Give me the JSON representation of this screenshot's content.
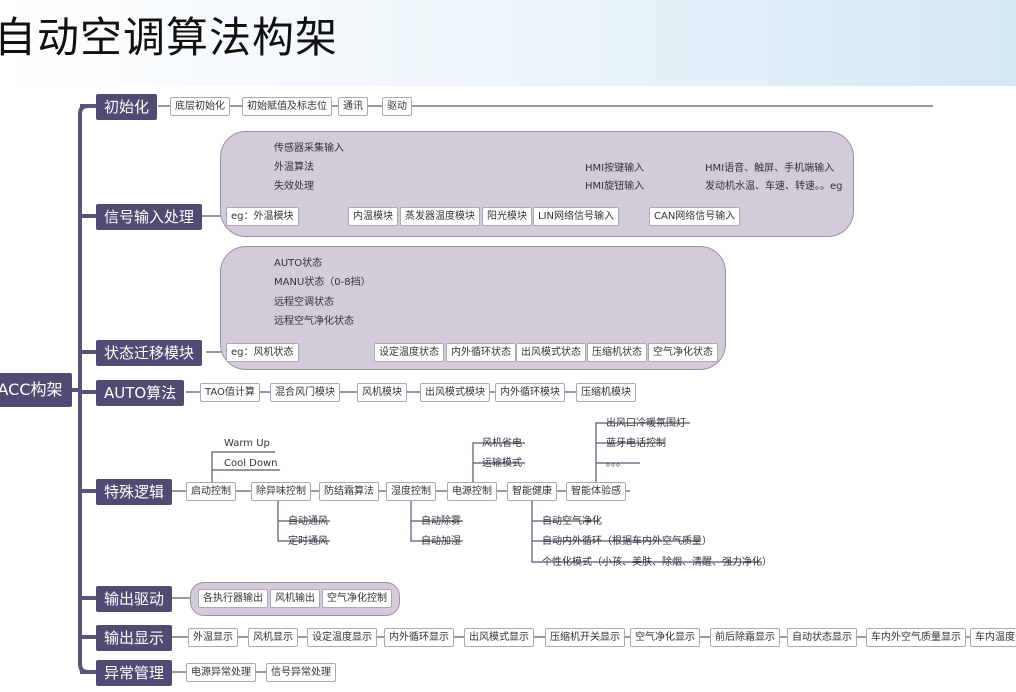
{
  "title": "自动空调算法构架",
  "root": "ACC构架",
  "branches": {
    "init": {
      "label": "初始化",
      "items": [
        "底层初始化",
        "初始赋值及标志位",
        "通讯",
        "驱动"
      ]
    },
    "signal": {
      "label": "信号输入处理",
      "row": [
        "eg：外温模块",
        "内温模块",
        "蒸发器温度模块",
        "阳光模块",
        "LIN网络信号输入",
        "CAN网络信号输入"
      ],
      "sub_a": [
        "传感器采集输入",
        "外温算法",
        "失效处理"
      ],
      "sub_b": [
        "HMI按键输入",
        "HMI旋钮输入"
      ],
      "sub_c": [
        "HMI语音、触屏、手机端输入",
        "发动机水温、车速、转速。。eg"
      ]
    },
    "state": {
      "label": "状态迁移模块",
      "row": [
        "eg：风机状态",
        "设定温度状态",
        "内外循环状态",
        "出风模式状态",
        "压缩机状态",
        "空气净化状态"
      ],
      "sub": [
        "AUTO状态",
        "MANU状态（0-8挡）",
        "远程空调状态",
        "远程空气净化状态"
      ]
    },
    "auto": {
      "label": "AUTO算法",
      "items": [
        "TAO值计算",
        "混合风门模块",
        "风机模块",
        "出风模式模块",
        "内外循环模块",
        "压缩机模块"
      ]
    },
    "special": {
      "label": "特殊逻辑",
      "row": [
        "启动控制",
        "除异味控制",
        "防结霜算法",
        "湿度控制",
        "电源控制",
        "智能健康",
        "智能体验感"
      ],
      "startup": [
        "Warm Up",
        "Cool Down"
      ],
      "odor": [
        "自动通风",
        "定时通风"
      ],
      "humidity": [
        "自动除雾",
        "自动加湿"
      ],
      "power": [
        "风机省电",
        "运输模式"
      ],
      "health": [
        "自动空气净化",
        "自动内外循环（根据车内外空气质量）",
        "个性化模式（小孩、美肤、除烟、清醒、强力净化）"
      ],
      "experience": [
        "出风口冷暖氛围灯",
        "蓝牙电话控制",
        "。。。"
      ]
    },
    "drive": {
      "label": "输出驱动",
      "items": [
        "各执行器输出",
        "风机输出",
        "空气净化控制"
      ]
    },
    "display": {
      "label": "输出显示",
      "items": [
        "外温显示",
        "风机显示",
        "设定温度显示",
        "内外循环显示",
        "出风模式显示",
        "压缩机开关显示",
        "空气净化显示",
        "前后除霜显示",
        "自动状态显示",
        "车内外空气质量显示",
        "车内温度"
      ]
    },
    "error": {
      "label": "异常管理",
      "items": [
        "电源异常处理",
        "信号异常处理"
      ]
    }
  }
}
